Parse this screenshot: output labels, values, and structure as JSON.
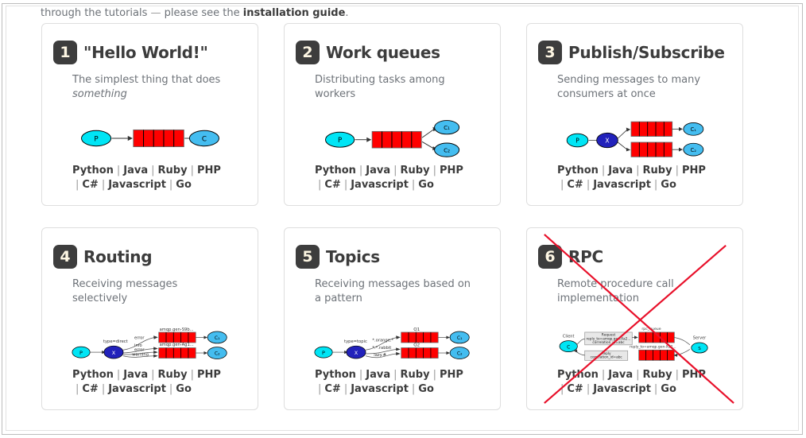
{
  "intro": {
    "prefix": "through the tutorials ",
    "dash": "—",
    "middle": " please see the ",
    "link": "installation guide",
    "suffix": "."
  },
  "languages": {
    "line1": [
      "Python",
      "Java",
      "Ruby",
      "PHP"
    ],
    "line2": [
      "C#",
      "Javascript",
      "Go"
    ],
    "separator": "|"
  },
  "cards": [
    {
      "number": "1",
      "title": "\"Hello World!\"",
      "desc_plain": "The simplest thing that does ",
      "desc_italic": "something",
      "diagram": "producer-queue-consumer"
    },
    {
      "number": "2",
      "title": "Work queues",
      "desc_plain": "Distributing tasks among workers",
      "desc_italic": "",
      "diagram": "work-queue-two-consumers"
    },
    {
      "number": "3",
      "title": "Publish/Subscribe",
      "desc_plain": "Sending messages to many consumers at once",
      "desc_italic": "",
      "diagram": "fanout-exchange-two-queues"
    },
    {
      "number": "4",
      "title": "Routing",
      "desc_plain": "Receiving messages selectively",
      "desc_italic": "",
      "diagram": "direct-exchange-routing"
    },
    {
      "number": "5",
      "title": "Topics",
      "desc_plain": "Receiving messages based on a pattern",
      "desc_italic": "",
      "diagram": "topic-exchange-routing"
    },
    {
      "number": "6",
      "title": "RPC",
      "desc_plain": "Remote procedure call implementation",
      "desc_italic": "",
      "diagram": "rpc-client-server",
      "crossed_out": true
    }
  ],
  "diagram_labels": {
    "producer": "P",
    "consumer": "C",
    "consumer1": "C₁",
    "consumer2": "C₂",
    "exchange": "X",
    "client": "Client",
    "server": "Server",
    "routing_direct": "type=direct",
    "routing_topic": "type=topic",
    "key_error": "error",
    "key_info": "info",
    "key_warning": "warning",
    "key_orange": "*.orange.*",
    "key_rabbit": "*.*.rabbit",
    "key_lazy": "lazy.#",
    "queue_gen_1": "amqp.gen-S9b...",
    "queue_gen_2": "amqp.gen-Ag1...",
    "queue_q1": "Q1",
    "queue_q2": "Q2",
    "rpc_queue": "rpc_queue",
    "rpc_request": "Request",
    "rpc_request_l2": "reply_to=amqp.gen-Xa2...",
    "rpc_request_l3": "correlation_id=abc",
    "rpc_reply": "Reply",
    "rpc_reply_l2": "correlation_id=abc",
    "rpc_reply_queue": "reply_to=amqp.gen-Xa2..."
  },
  "colors": {
    "producer_fill": "#00e5f5",
    "consumer_fill": "#44bdf0",
    "queue_fill": "#ff0000",
    "exchange_fill": "#2222bb",
    "badge_bg": "#3d3d3d",
    "badge_text": "#fdf6e3",
    "title": "#3c3c3c",
    "desc": "#6d7278",
    "lang_link": "#24344d",
    "lang_sep": "#d98a3a",
    "card_border": "#dedede",
    "cross_out": "#e8102a"
  }
}
